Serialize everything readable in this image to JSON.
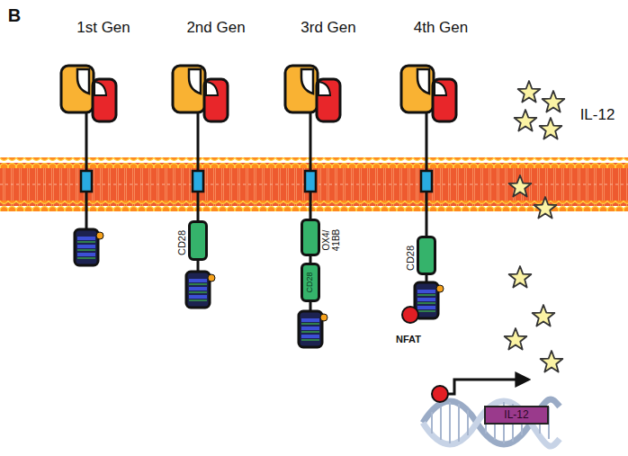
{
  "diagram": {
    "nodes": [
      {
        "text": [
          "CD28"
        ]
      },
      {
        "text": [
          "OX4/ 41BB"
        ]
      },
      {
        "text": [
          "CD28"
        ]
      },
      {
        "text": [
          "CD28"
        ]
      },
      {
        "text": [
          "NFAT"
        ]
      },
      {
        "text": [
          "IL-12"
        ]
      }
    ],
    "labels": [
      "B",
      "1st Gen",
      "2nd Gen",
      "3rd Gen",
      "4th Gen",
      "IL-12"
    ]
  }
}
